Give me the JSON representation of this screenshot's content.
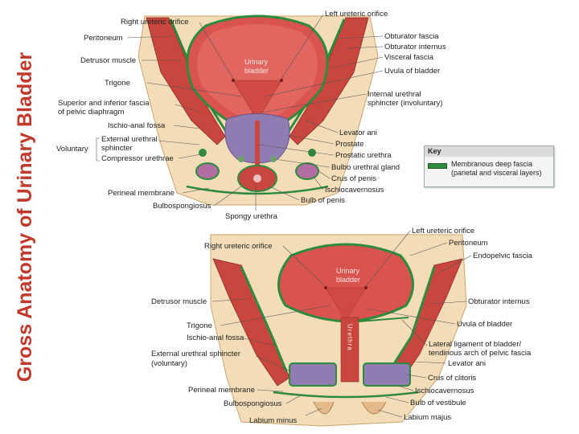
{
  "title": "Gross Anatomy of Urinary Bladder",
  "key": {
    "heading": "Key",
    "swatch_color": "#2e8b3e",
    "entry_line1": "Membranous deep fascia",
    "entry_line2": "(parietal and visceral layers)"
  },
  "male": {
    "bladder_label_1": "Urinary",
    "bladder_label_2": "bladder",
    "labels": {
      "right_ureteric_orifice": "Right ureteric orifice",
      "left_ureteric_orifice": "Left ureteric orifice",
      "peritoneum": "Peritoneum",
      "detrusor_muscle": "Detrusor muscle",
      "trigone": "Trigone",
      "sup_inf_fascia_1": "Superior and inferior fascia",
      "sup_inf_fascia_2": "of pelvic diaphragm",
      "ischio_anal_fossa": "Ischio-anal fossa",
      "voluntary": "Voluntary",
      "external_urethral_1": "External urethral",
      "external_urethral_2": "sphincter",
      "compressor_urethrae": "Compressor urethrae",
      "perineal_membrane": "Perineal membrane",
      "bulbospongiosus": "Bulbospongiosus",
      "spongy_urethra": "Spongy urethra",
      "bulb_of_penis": "Bulb of penis",
      "ischiocavernosus": "Ischiocavernosus",
      "crus_of_penis": "Crus of penis",
      "bulbourethral_gland": "Bulbo urethral gland",
      "prostatic_urethra": "Prostatic urethra",
      "prostate": "Prostate",
      "levator_ani": "Levator ani",
      "internal_sphincter_1": "Internal urethral",
      "internal_sphincter_2": "sphincter (involuntary)",
      "uvula_of_bladder": "Uvula of bladder",
      "visceral_fascia": "Visceral fascia",
      "obturator_internus": "Obturator internus",
      "obturator_fascia": "Obturator fascia"
    }
  },
  "female": {
    "bladder_label_1": "Urinary",
    "bladder_label_2": "bladder",
    "urethra_label": "Urethra",
    "labels": {
      "right_ureteric_orifice": "Right ureteric orifice",
      "left_ureteric_orifice": "Left ureteric orifice",
      "peritoneum": "Peritoneum",
      "endopelvic_fascia": "Endopelvic fascia",
      "detrusor_muscle": "Detrusor muscle",
      "obturator_internus": "Obturator internus",
      "trigone": "Trigone",
      "uvula_of_bladder": "Uvula of bladder",
      "ischio_anal_fossa": "Ischio-anal fossa",
      "lateral_ligament_1": "Lateral ligament of bladder/",
      "lateral_ligament_2": "tendinous arch of pelvic fascia",
      "external_sphincter_1": "External urethral sphincter",
      "external_sphincter_2": "(voluntary)",
      "levator_ani": "Levator ani",
      "crus_of_clitoris": "Crus of clitoris",
      "perineal_membrane": "Perineal membrane",
      "ischiocavernosus": "Ischiocavernosus",
      "bulbospongiosus": "Bulbospongiosus",
      "bulb_of_vestibule": "Bulb of vestibule",
      "labium_minus": "Labium minus",
      "labium_majus": "Labium majus"
    }
  },
  "colors": {
    "title": "#c0392b",
    "bladder": "#d9534f",
    "muscle": "#c8463e",
    "fascia": "#2e8b3e",
    "fat": "#f6e7a8",
    "prostate": "#8e7cb3"
  }
}
